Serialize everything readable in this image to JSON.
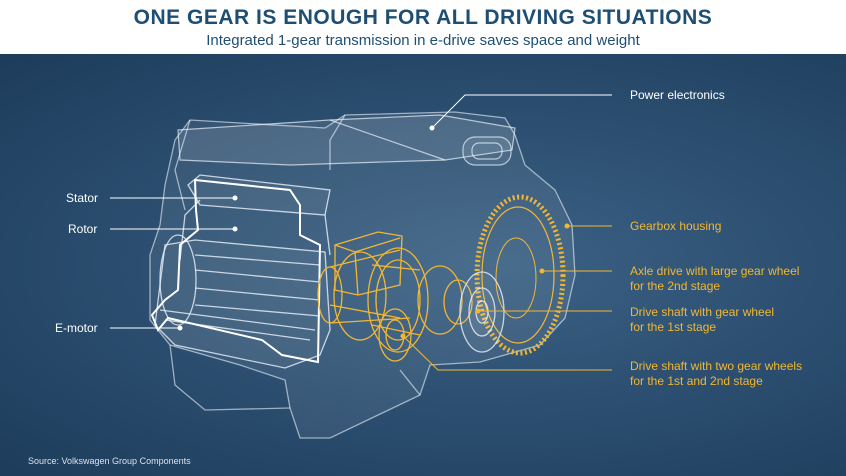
{
  "header": {
    "title": "ONE GEAR IS ENOUGH FOR ALL DRIVING SITUATIONS",
    "subtitle": "Integrated 1-gear transmission in e-drive saves space and weight"
  },
  "labels": {
    "power_electronics": "Power electronics",
    "stator": "Stator",
    "rotor": "Rotor",
    "e_motor": "E-motor",
    "gearbox_housing": "Gearbox housing",
    "axle_drive": [
      "Axle drive with large gear wheel",
      "for the 2nd stage"
    ],
    "drive_shaft_gear_wheel": [
      "Drive shaft with gear wheel",
      "for the 1st stage"
    ],
    "drive_shaft_two_gear_wheels": [
      "Drive shaft with two gear wheels",
      "for the 1st and 2nd stage"
    ]
  },
  "footer": {
    "source": "Source: Volkswagen Group Components"
  },
  "colors": {
    "title": "#1e4f73",
    "background": "#2d5072",
    "highlight": "#f2b732",
    "line": "#ffffff"
  }
}
